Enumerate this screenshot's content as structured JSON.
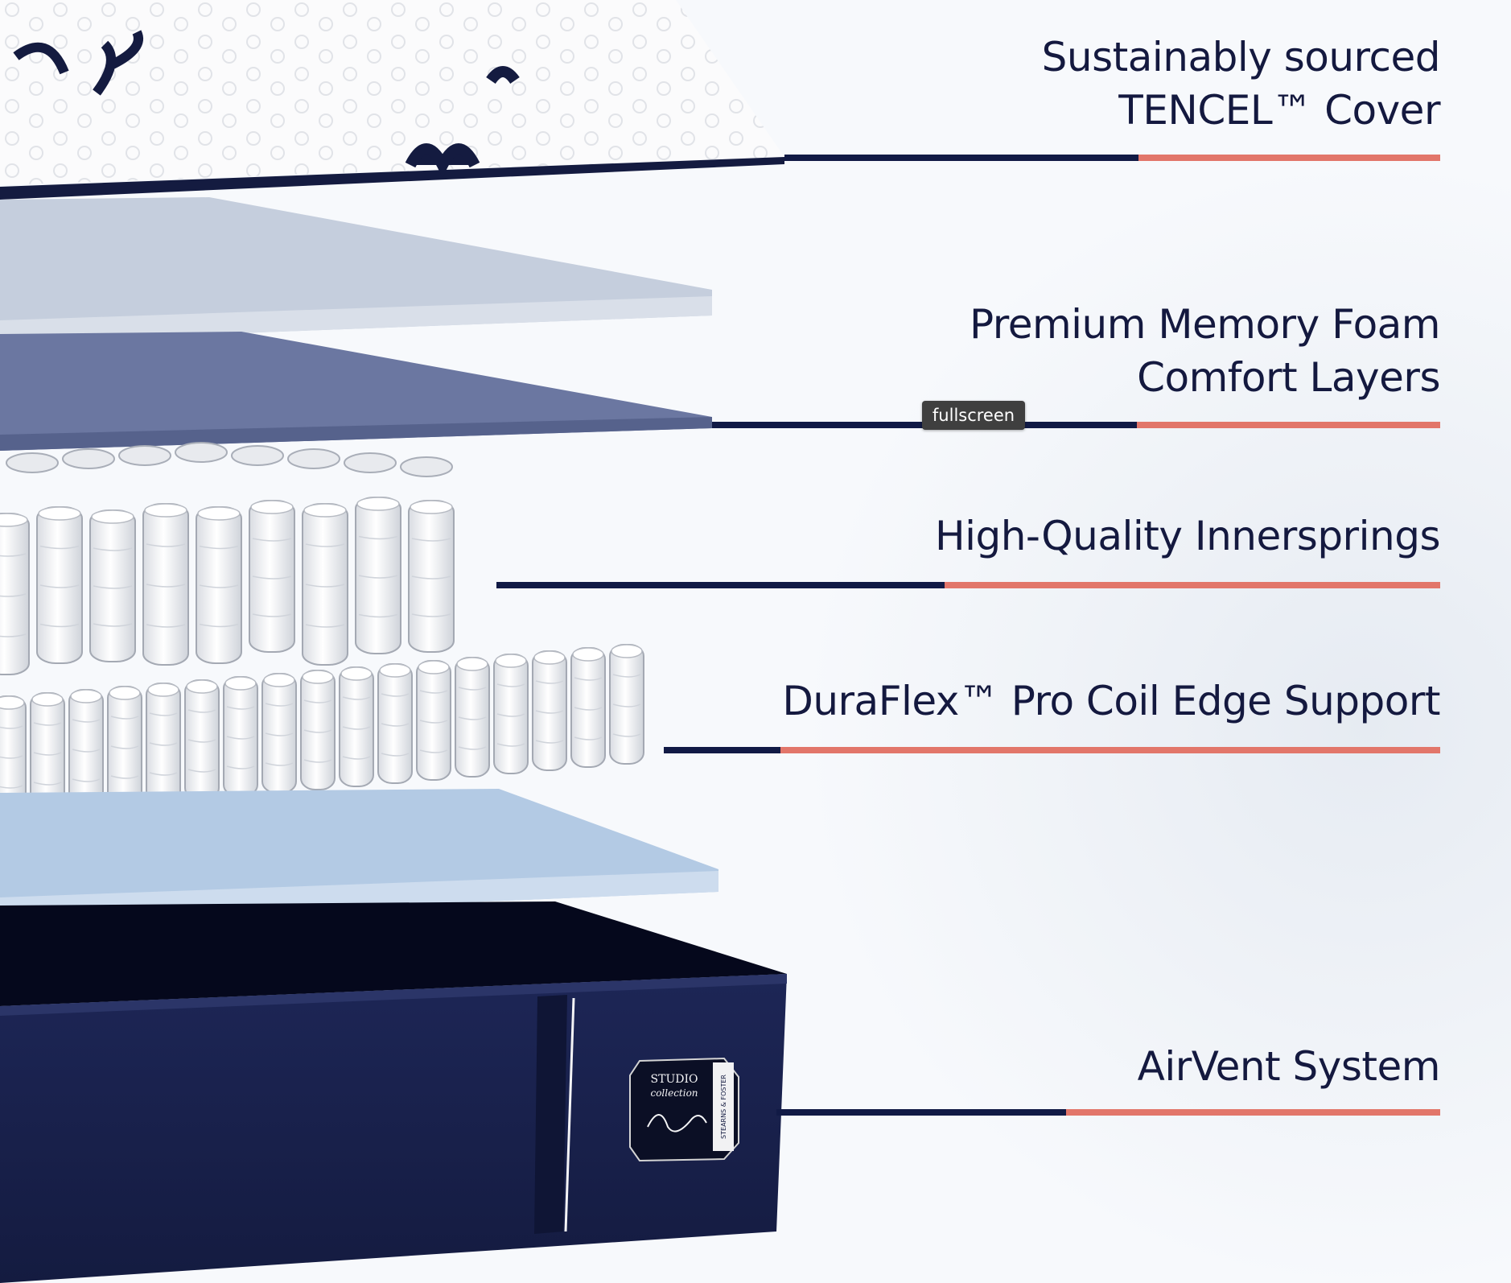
{
  "diagram": {
    "layers": [
      {
        "label": "Sustainably sourced\nTENCEL™ Cover",
        "layer": "cover"
      },
      {
        "label": "Premium Memory Foam\nComfort Layers",
        "layer": "memory-foam"
      },
      {
        "label": "High-Quality Innersprings",
        "layer": "innersprings"
      },
      {
        "label": "DuraFlex™ Pro Coil Edge Support",
        "layer": "edge-support"
      },
      {
        "label": "AirVent System",
        "layer": "base"
      }
    ],
    "mattress_tag": {
      "brand_text": "STUDIO",
      "brand_script": "collection",
      "side_text": "STEARNS & FOSTER"
    },
    "colors": {
      "text": "#14193f",
      "leader_navy": "#111a45",
      "leader_coral": "#e2766a",
      "base_navy": "#1b2450",
      "memory_foam": "#6a77a0",
      "foam_light": "#c8d1df",
      "support_foam": "#b4cbe3"
    }
  },
  "ui": {
    "tooltip": "fullscreen"
  }
}
